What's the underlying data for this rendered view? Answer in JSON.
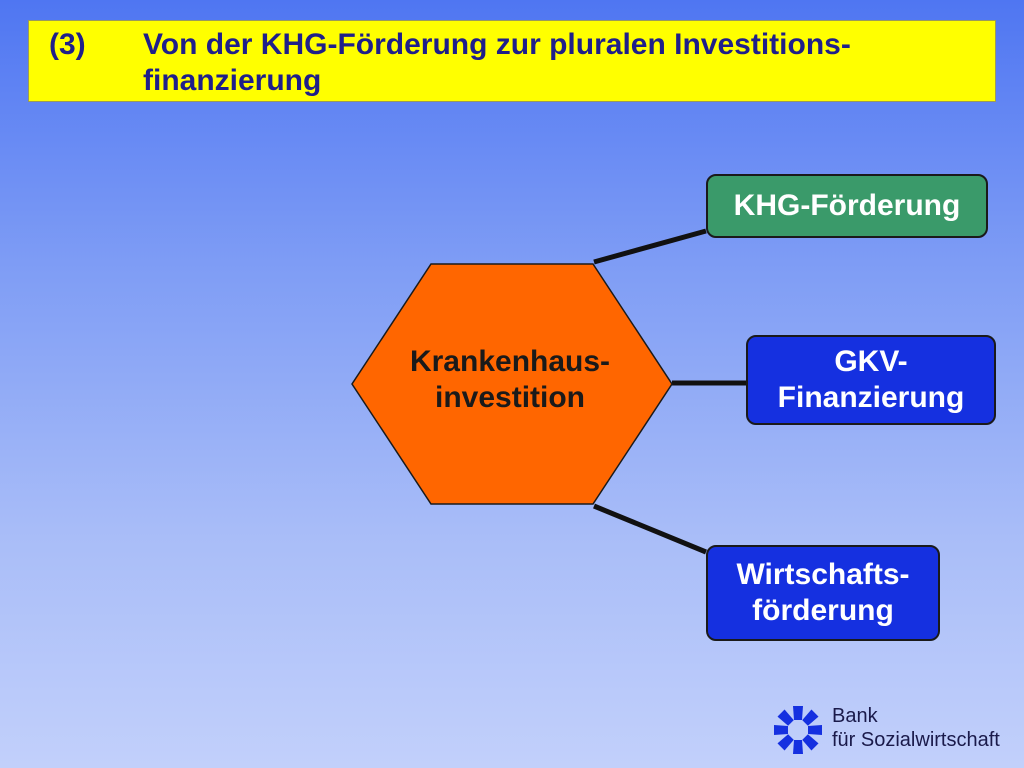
{
  "header": {
    "number": "(3)",
    "title": "Von der KHG-Förderung zur pluralen Investitions-finanzierung"
  },
  "diagram": {
    "center": {
      "label": "Krankenhaus-investition",
      "color": "#ff6600"
    },
    "branches": [
      {
        "label": "KHG-Förderung",
        "color": "#3a9a6a"
      },
      {
        "label": "GKV-Finanzierung",
        "color": "#1530e0"
      },
      {
        "label": "Wirtschafts-förderung",
        "color": "#1530e0"
      }
    ]
  },
  "logo": {
    "icon": "bank-logo-icon",
    "line1": "Bank",
    "line2": "für Sozialwirtschaft"
  },
  "colors": {
    "title_background": "#ffff00",
    "title_text": "#1f1f8a"
  }
}
